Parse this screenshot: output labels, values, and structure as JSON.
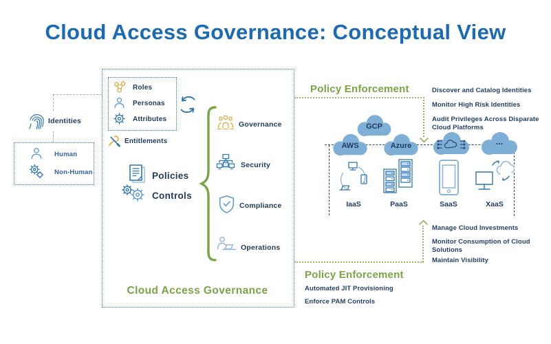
{
  "title": "Cloud Access Governance: Conceptual View",
  "palette": {
    "title_blue": "#1B6AB5",
    "navy_text": "#1F3A5F",
    "icon_blue": "#2E75B6",
    "light_blue": "#8FB4DC",
    "gold": "#E2A93B",
    "green": "#7BA445",
    "green_dotted": "#9CB969",
    "cloud_fill": "#7EAFD6"
  },
  "identities": {
    "label": "Identities",
    "human_label": "Human",
    "non_human_label": "Non-Human"
  },
  "governance_box": {
    "attributes_group": {
      "roles": "Roles",
      "personas": "Personas",
      "attributes": "Attributes"
    },
    "entitlements": "Entitlements",
    "policies": "Policies",
    "controls": "Controls",
    "pillars": [
      "Governance",
      "Security",
      "Compliance",
      "Operations"
    ],
    "caption": "Cloud Access Governance"
  },
  "policy_enforcement_top": {
    "heading": "Policy Enforcement",
    "outcomes": [
      "Discover and Catalog Identities",
      "Monitor High Risk Identities",
      "Audit Privileges Across Disparate Cloud Platforms"
    ]
  },
  "cloud_platforms": {
    "gcp": "GCP",
    "aws": "AWS",
    "azure": "Azure",
    "other": "..."
  },
  "service_models": [
    "IaaS",
    "PaaS",
    "SaaS",
    "XaaS"
  ],
  "cloud_outcomes": [
    "Manage Cloud Investments",
    "Monitor Consumption of Cloud Solutions",
    "Maintain Visibility"
  ],
  "policy_enforcement_bottom": {
    "heading": "Policy Enforcement",
    "actions": [
      "Automated JIT Provisioning",
      "Enforce PAM Controls"
    ]
  }
}
